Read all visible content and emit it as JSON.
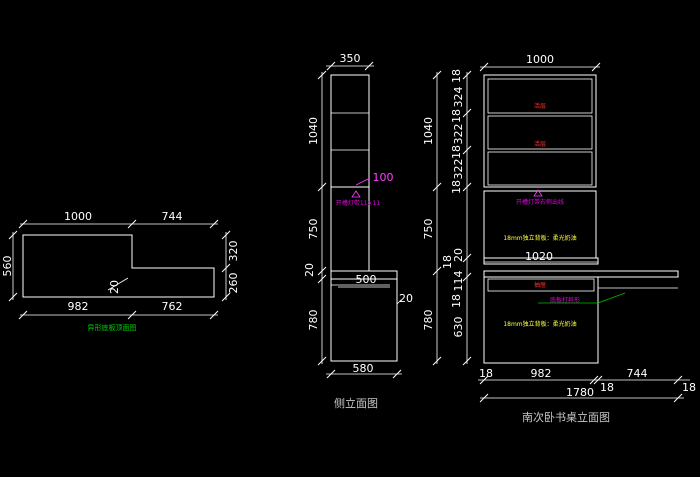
{
  "plan": {
    "dims_top": [
      "1000",
      "744"
    ],
    "dims_bottom": [
      "982",
      "762"
    ],
    "dims_left": [
      "560"
    ],
    "dims_right": [
      "320",
      "260"
    ],
    "inner": "20",
    "caption": "异形底板顶面图"
  },
  "side": {
    "dim_top": "350",
    "dims_left": [
      "1040",
      "750",
      "20",
      "780"
    ],
    "mid_width": "500",
    "bottom_width": "580",
    "callout": "100",
    "right_20": "20",
    "note_hole": "开槽灯带11×11",
    "caption": "侧立面图"
  },
  "front": {
    "dim_top": "1000",
    "dims_left_outer": [
      "1040",
      "750",
      "780"
    ],
    "dims_left_inner": [
      "18",
      "324",
      "18",
      "322",
      "18",
      "322",
      "18",
      "20",
      "18",
      "114",
      "18",
      "630"
    ],
    "mid_width": "1020",
    "bottom_dims": [
      "18",
      "982",
      "18",
      "744",
      "18"
    ],
    "total": "1780",
    "notes": {
      "shelf1": "活层",
      "shelf2": "活层",
      "led": "开槽灯带右侧出线",
      "back1": "18mm独立背板：柔光奶油",
      "drawer": "抽屉",
      "base": "底板打异形",
      "back2": "18mm独立背板：柔光奶油"
    },
    "caption": "南次卧书桌立面图"
  },
  "colors": {
    "background": "#000000",
    "lines": "#ffffff",
    "green": "#00d000",
    "magenta": "#ff40ff",
    "red": "#ff3030"
  }
}
